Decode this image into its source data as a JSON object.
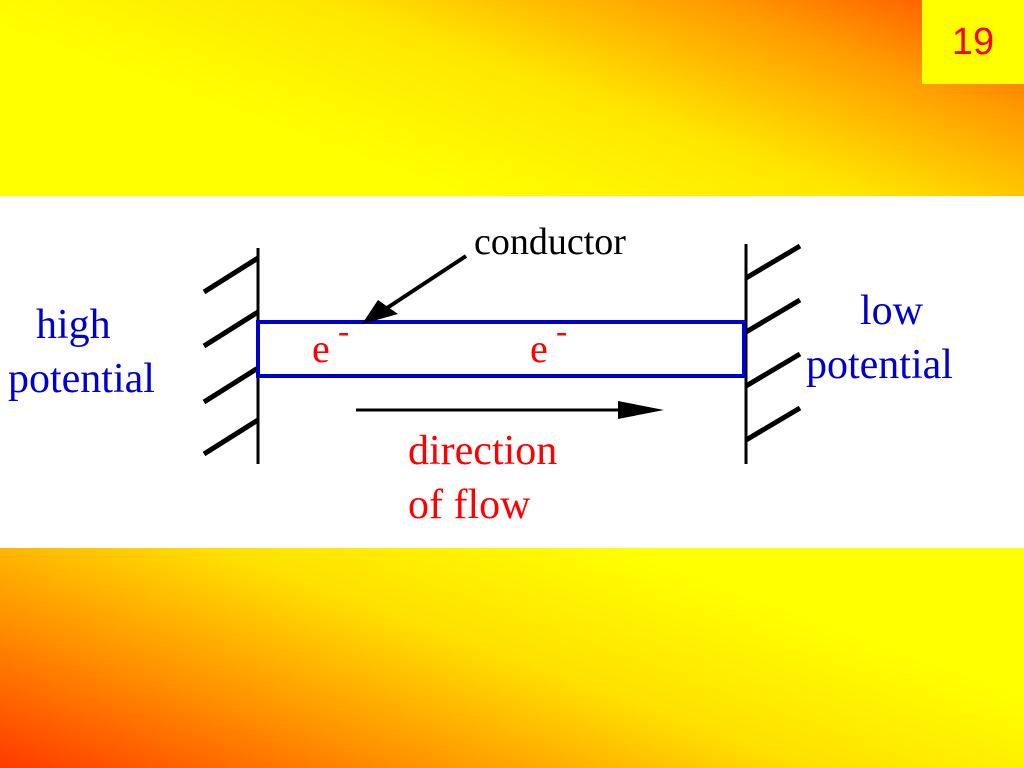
{
  "slide": {
    "number": "19"
  },
  "diagram": {
    "labels": {
      "high_line1": "high",
      "high_line2": "potential",
      "low_line1": "low",
      "low_line2": "potential",
      "conductor": "conductor",
      "electron": "e",
      "electron_charge": "-",
      "direction_line1": "direction",
      "direction_line2": "of flow"
    },
    "colors": {
      "blue": "#0000cc",
      "red": "#ff0000",
      "black": "#000000"
    }
  }
}
